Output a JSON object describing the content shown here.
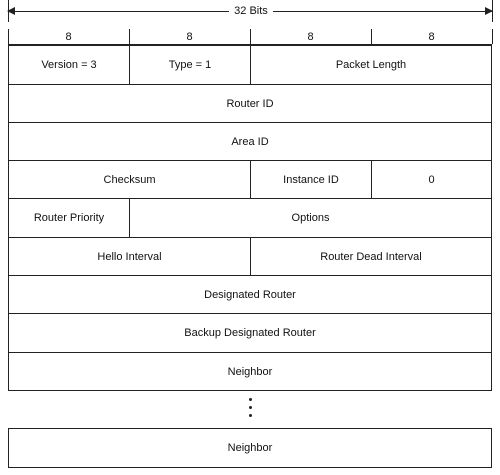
{
  "header": {
    "total_bits_label": "32 Bits"
  },
  "byte_widths": [
    "8",
    "8",
    "8",
    "8"
  ],
  "rows": {
    "r1": {
      "version": "Version = 3",
      "type": "Type = 1",
      "packet_length": "Packet Length"
    },
    "r2": {
      "router_id": "Router ID"
    },
    "r3": {
      "area_id": "Area ID"
    },
    "r4": {
      "checksum": "Checksum",
      "instance_id": "Instance ID",
      "zero": "0"
    },
    "r5": {
      "router_priority": "Router Priority",
      "options": "Options"
    },
    "r6": {
      "hello_interval": "Hello Interval",
      "router_dead_interval": "Router Dead Interval"
    },
    "r7": {
      "designated_router": "Designated Router"
    },
    "r8": {
      "backup_designated_router": "Backup Designated Router"
    },
    "r9": {
      "neighbor_first": "Neighbor"
    },
    "r10": {
      "neighbor_last": "Neighbor"
    }
  }
}
